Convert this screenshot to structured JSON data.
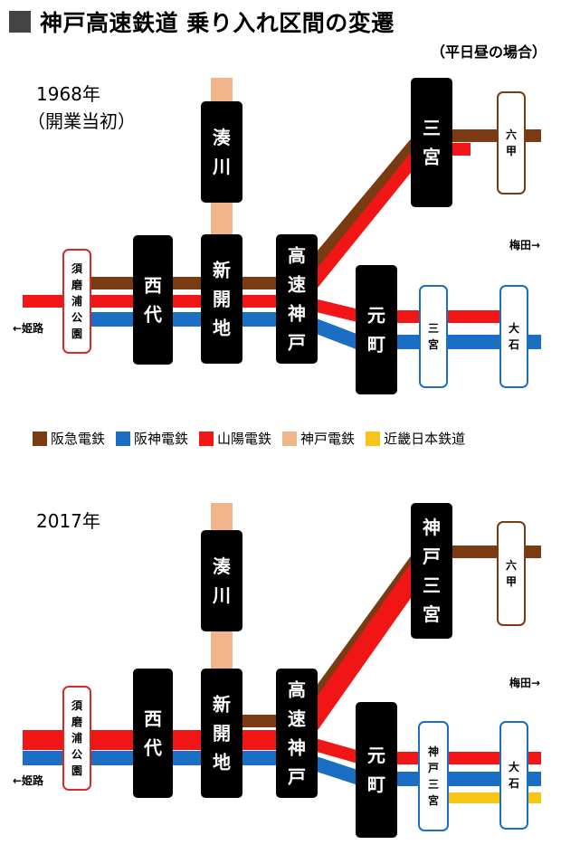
{
  "title": "神戸高速鉄道 乗り入れ区間の変遷",
  "subtitle": "（平日昼の場合）",
  "colors": {
    "hankyu": "#7a3b12",
    "hanshin": "#1a6fc4",
    "sanyo": "#f21515",
    "kobe_dentetsu": "#f2b48a",
    "kintetsu": "#f7c518",
    "station_black": "#000000",
    "sumaura_border": "#d62a2a",
    "hanshin_border": "#1a6fc4",
    "hankyu_border": "#7a3b12"
  },
  "legend": [
    {
      "label": "阪急電鉄",
      "color_key": "hankyu"
    },
    {
      "label": "阪神電鉄",
      "color_key": "hanshin"
    },
    {
      "label": "山陽電鉄",
      "color_key": "sanyo"
    },
    {
      "label": "神戸電鉄",
      "color_key": "kobe_dentetsu"
    },
    {
      "label": "近畿日本鉄道",
      "color_key": "kintetsu"
    }
  ],
  "directions": {
    "himeji": "←姫路",
    "umeda": "梅田→"
  },
  "diagrams": [
    {
      "year": "1968年",
      "note": "（開業当初）",
      "stations": {
        "sumaura": "須磨浦公園",
        "nishidai": "西代",
        "minatogawa": "湊川",
        "shinkaichi": "新開地",
        "kosoku_kobe": "高速神戸",
        "sannomiya": "三宮",
        "motomachi": "元町",
        "rokko": "六甲",
        "hanshin_sannomiya": "三宮",
        "oishi": "大石"
      }
    },
    {
      "year": "2017年",
      "note": "",
      "stations": {
        "sumaura": "須磨浦公園",
        "nishidai": "西代",
        "minatogawa": "湊川",
        "shinkaichi": "新開地",
        "kosoku_kobe": "高速神戸",
        "sannomiya": "神戸三宮",
        "motomachi": "元町",
        "rokko": "六甲",
        "hanshin_sannomiya": "神戸三宮",
        "oishi": "大石"
      }
    }
  ]
}
